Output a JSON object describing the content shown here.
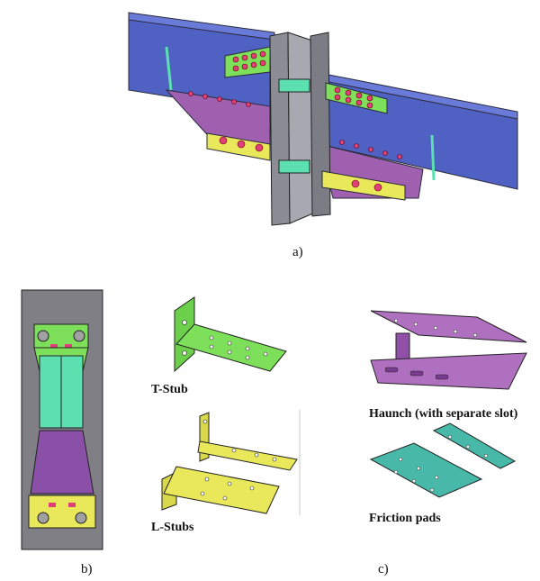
{
  "captions": {
    "a": "a)",
    "b": "b)",
    "c": "c)"
  },
  "labels": {
    "t_stub": "T-Stub",
    "l_stubs": "L-Stubs",
    "haunch": "Haunch (with separate slot)",
    "friction_pads": "Friction pads"
  },
  "colors": {
    "beam_blue": "#4f62c4",
    "beam_dark": "#3a4aa0",
    "column_gray": "#8c8c94",
    "haunch_purple": "#a060b0",
    "tstub_green": "#7ee05a",
    "lstub_yellow": "#e8e85a",
    "pad_teal": "#48b8a8",
    "bolt_red": "#e0407a",
    "cyan_plate": "#5ce0b0"
  }
}
